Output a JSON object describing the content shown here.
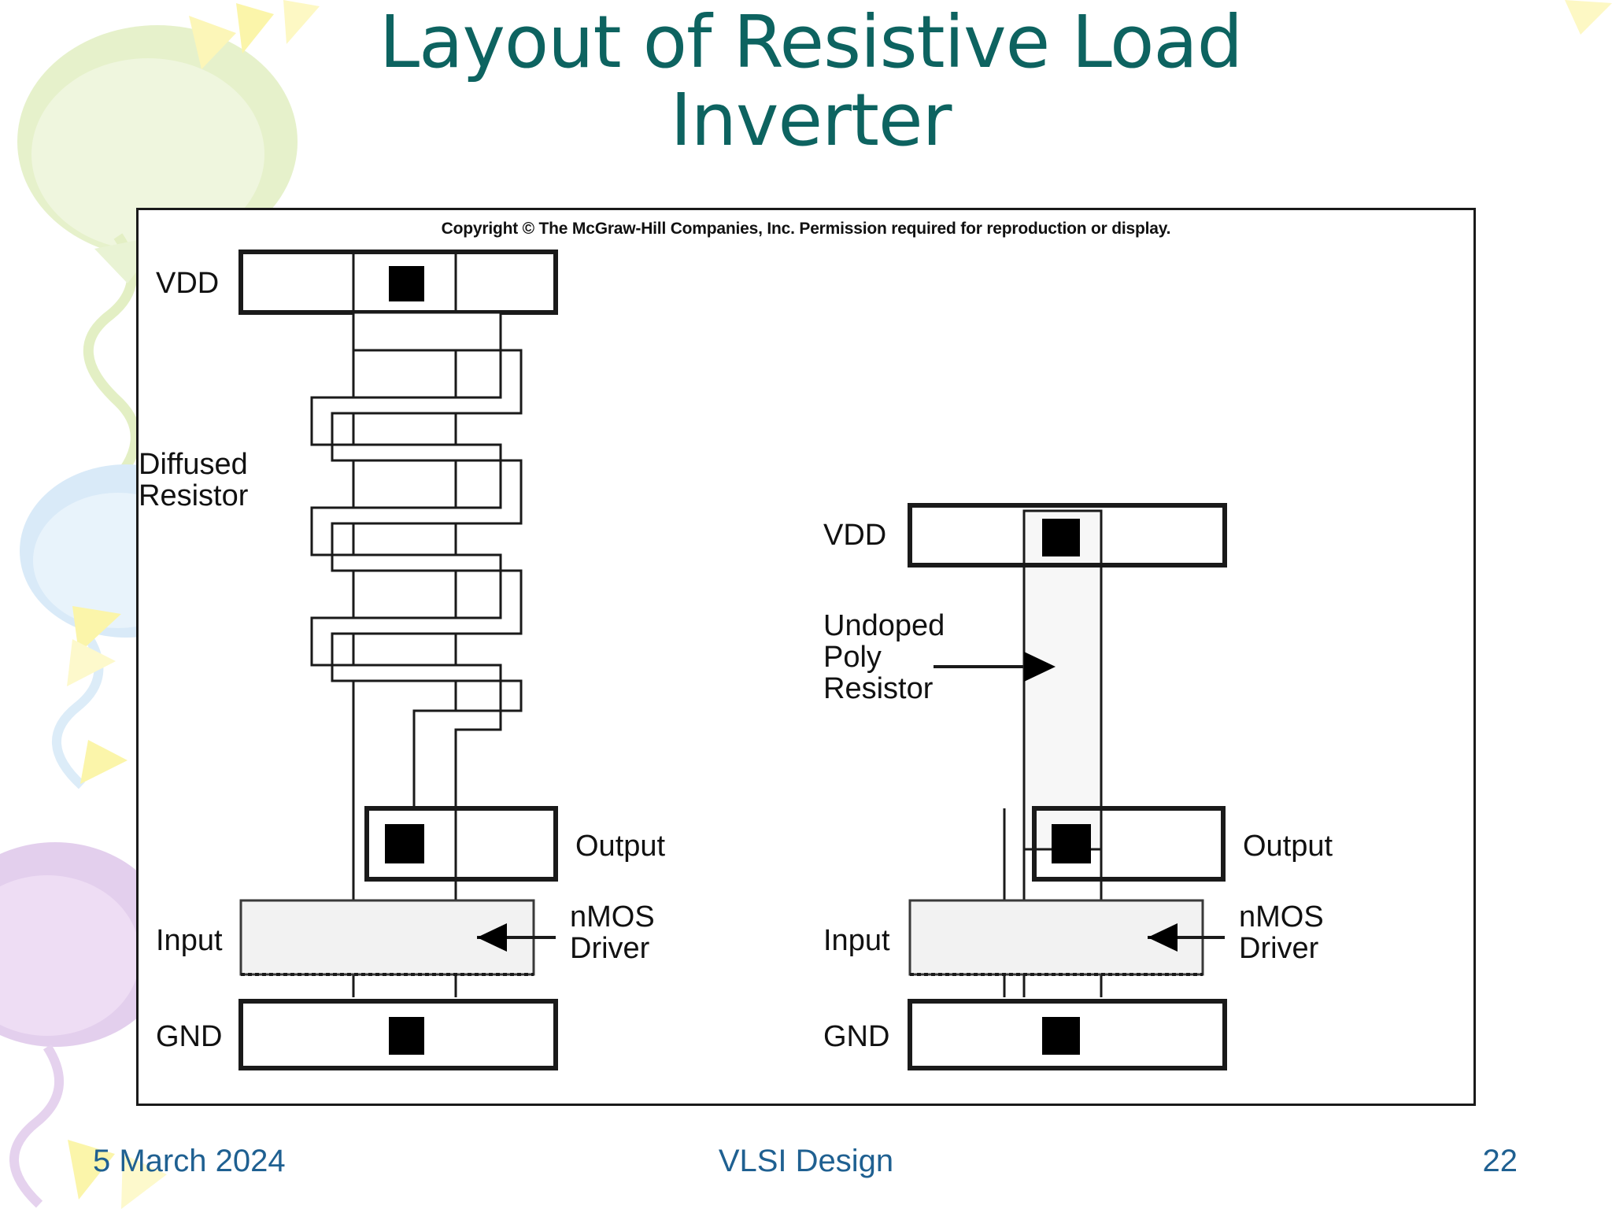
{
  "slide": {
    "title": "Layout of Resistive Load\nInverter",
    "title_color": "#0d6360"
  },
  "figure": {
    "copyright": "Copyright © The McGraw-Hill Companies, Inc. Permission required for reproduction or display.",
    "left_diagram": {
      "name": "diffused-resistor-load-inverter",
      "labels": {
        "vdd": "VDD",
        "resistor_line1": "Diffused",
        "resistor_line2": "Resistor",
        "output": "Output",
        "input": "Input",
        "gnd": "GND",
        "driver_line1": "nMOS",
        "driver_line2": "Driver"
      }
    },
    "right_diagram": {
      "name": "undoped-poly-resistor-load-inverter",
      "labels": {
        "vdd": "VDD",
        "resistor_line1": "Undoped",
        "resistor_line2": "Poly",
        "resistor_line3": "Resistor",
        "output": "Output",
        "input": "Input",
        "gnd": "GND",
        "driver_line1": "nMOS",
        "driver_line2": "Driver"
      }
    }
  },
  "footer": {
    "date": "5 March 2024",
    "center": "VLSI Design",
    "page": "22",
    "color": "#1f6091"
  },
  "decor": {
    "balloon_green": "#e5f0c8",
    "balloon_blue": "#d2e7f7",
    "balloon_purple": "#e2cdec",
    "confetti_yellow": "#fbf4a8"
  }
}
